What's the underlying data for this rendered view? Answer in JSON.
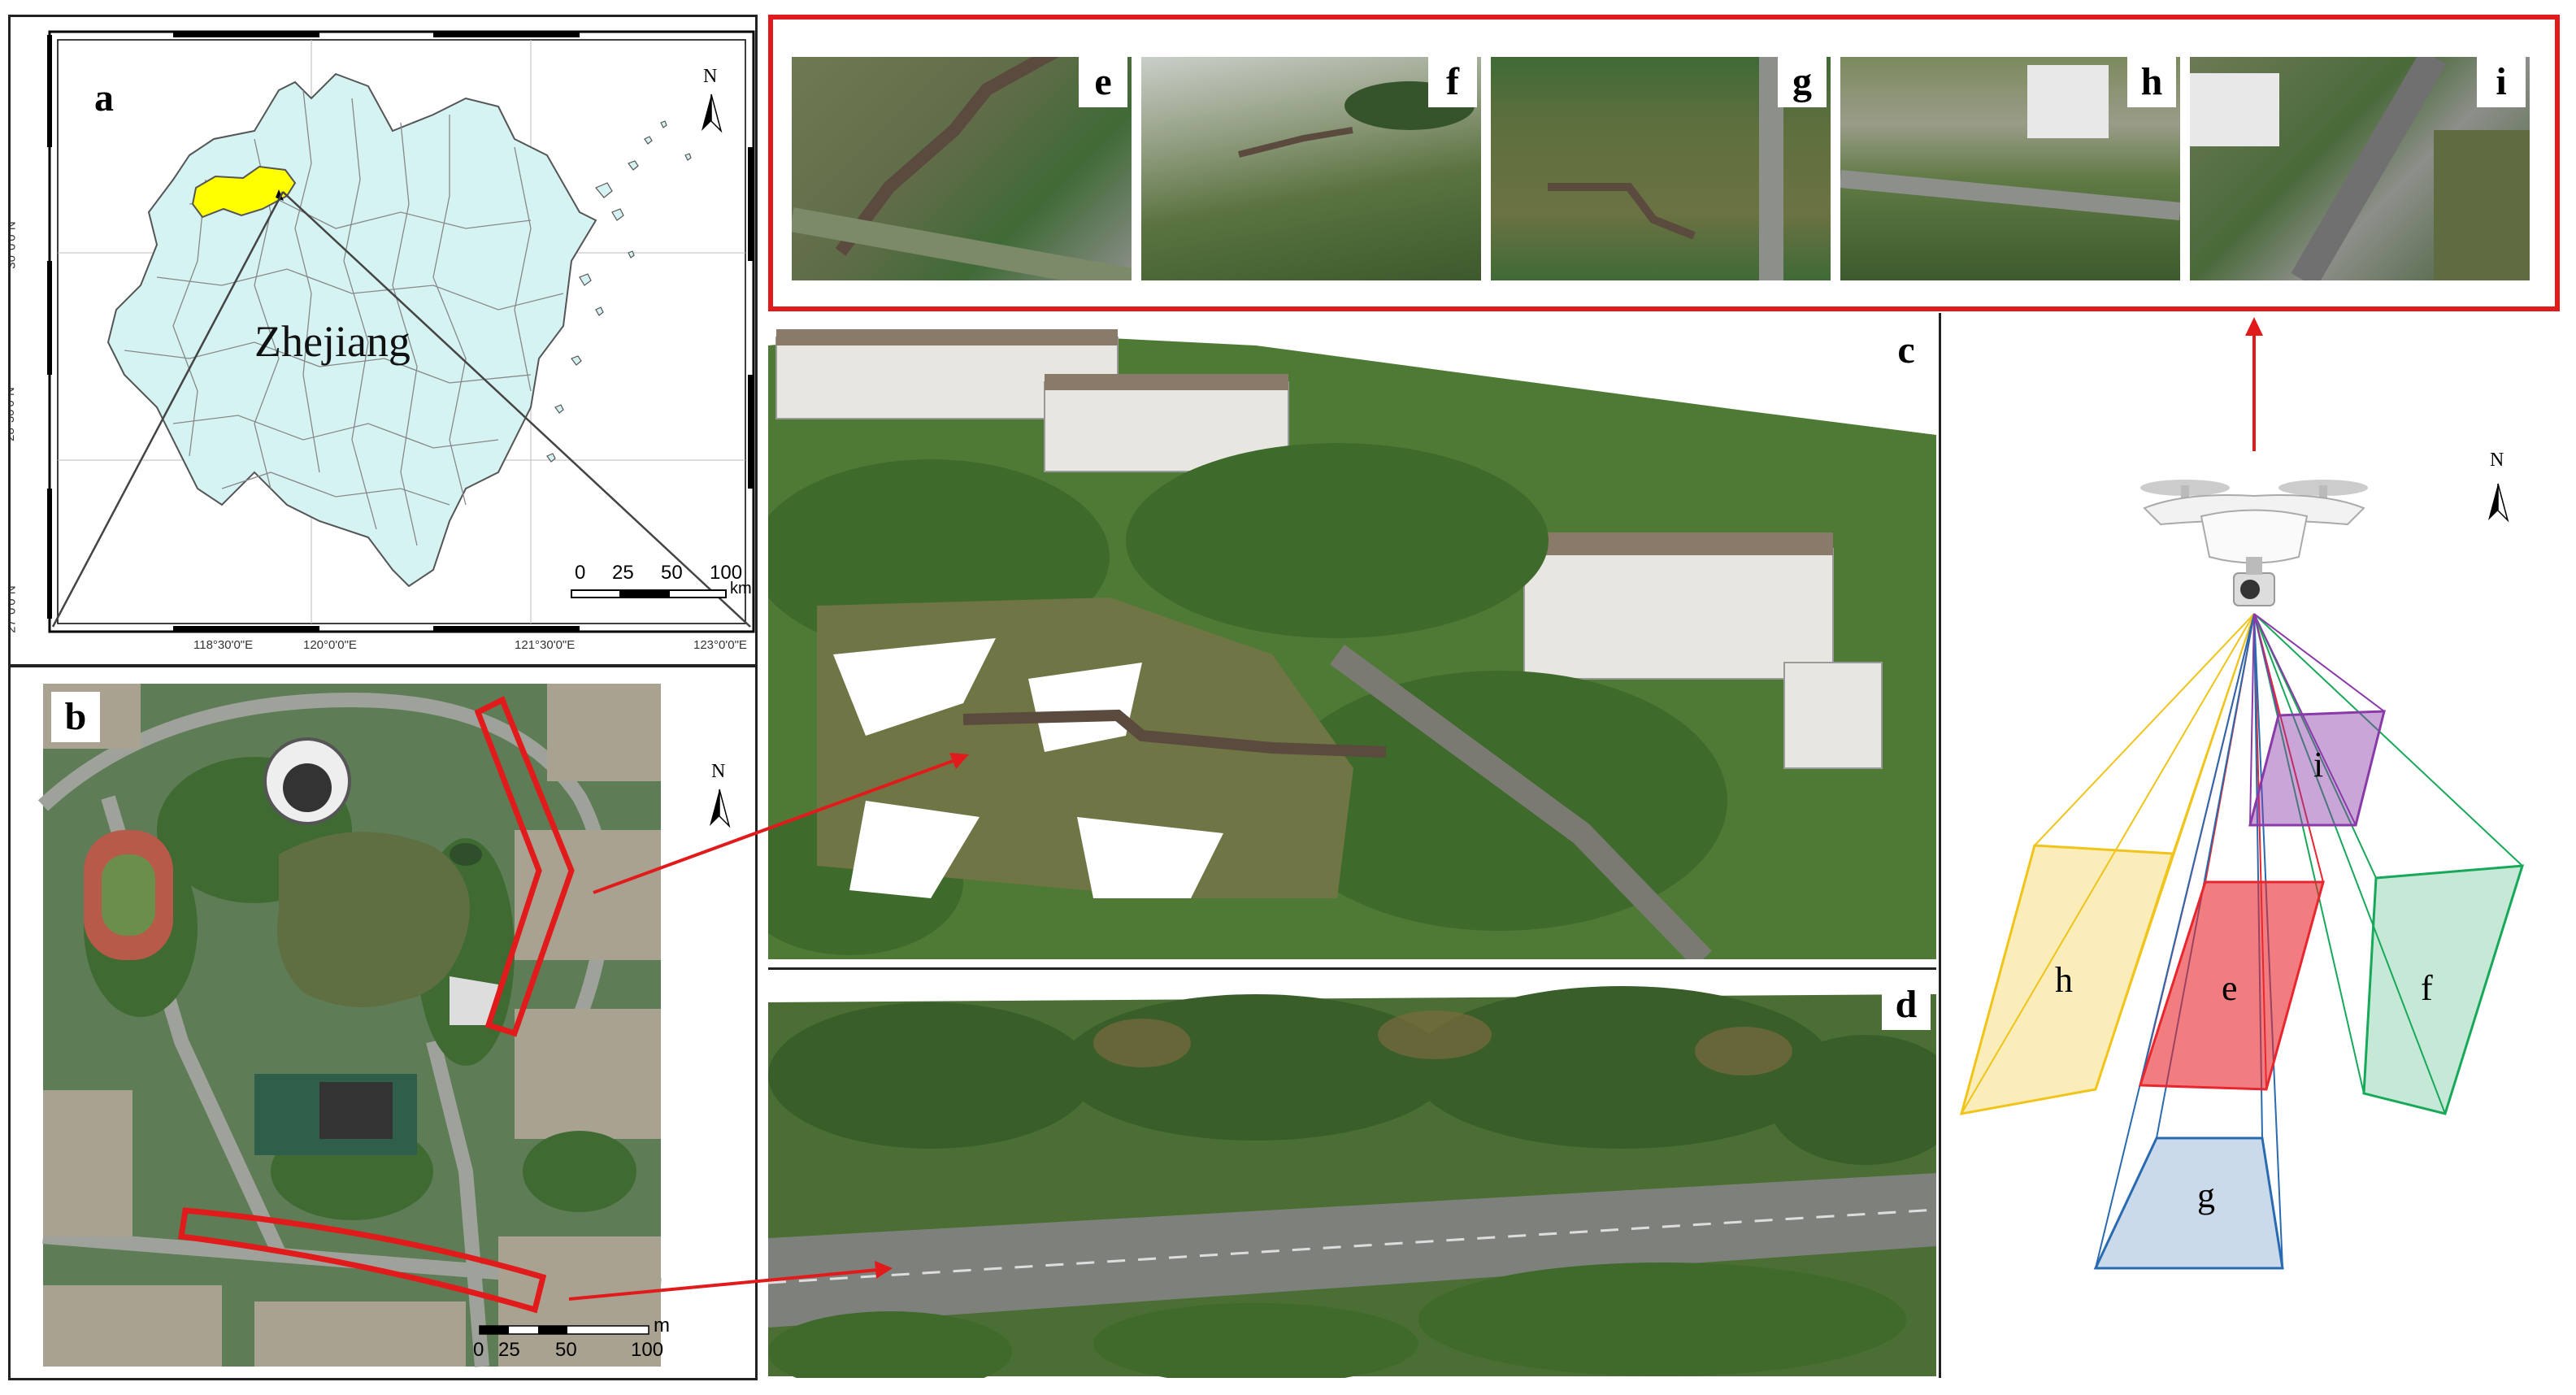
{
  "panels": {
    "a": {
      "letter": "a",
      "region_label": "Zhejiang",
      "x_ticks": [
        "118°30'0\"E",
        "120°0'0\"E",
        "121°30'0\"E",
        "123°0'0\"E"
      ],
      "y_ticks": [
        "30°0'0\"N",
        "28°30'0\"N",
        "27°0'0\"N"
      ],
      "scale_labels": [
        "0",
        "25",
        "50",
        "100"
      ],
      "scale_unit": "km",
      "north": "N",
      "colors": {
        "province": "#d6f3f3",
        "highlight": "#ffff00",
        "outline": "#666666"
      }
    },
    "b": {
      "letter": "b",
      "north": "N",
      "scale_labels": [
        "0",
        "25",
        "50",
        "100"
      ],
      "scale_unit": "m"
    },
    "c": {
      "letter": "c"
    },
    "d": {
      "letter": "d"
    },
    "thumbs": [
      {
        "letter": "e"
      },
      {
        "letter": "f"
      },
      {
        "letter": "g"
      },
      {
        "letter": "h"
      },
      {
        "letter": "i"
      }
    ],
    "drone": {
      "north": "N",
      "frustums": [
        {
          "label": "h",
          "color": "#f0c419"
        },
        {
          "label": "e",
          "color": "#e8262d"
        },
        {
          "label": "f",
          "color": "#18a85a"
        },
        {
          "label": "g",
          "color": "#2a6ab0"
        },
        {
          "label": "i",
          "color": "#8a3aa8"
        }
      ]
    }
  },
  "accent": "#e11b1b"
}
